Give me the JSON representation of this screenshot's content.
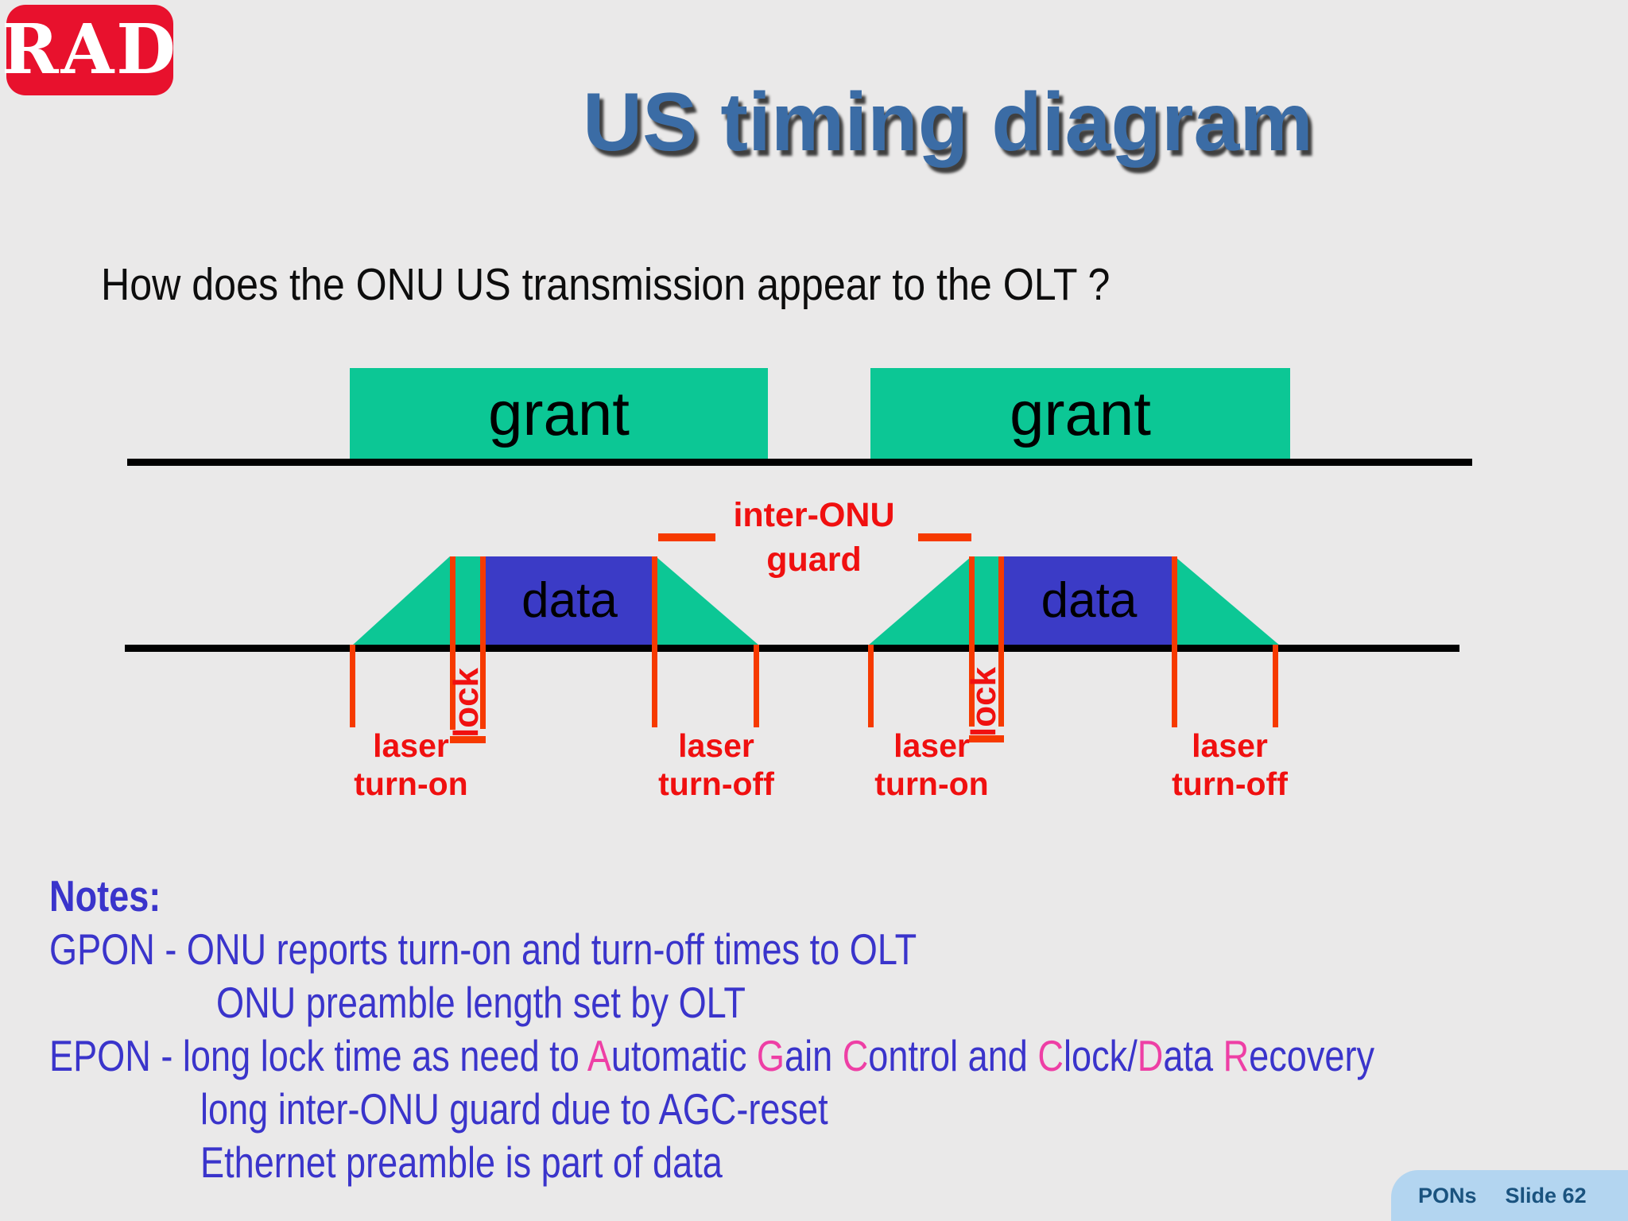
{
  "slide": {
    "logo_text": "RAD",
    "title": "US timing diagram",
    "question": "How does the ONU US transmission appear to the OLT ?"
  },
  "diagram": {
    "grant_labels": [
      "grant",
      "grant"
    ],
    "guard": {
      "line1": "inter-ONU",
      "line2": "guard"
    },
    "bursts": [
      {
        "data": "data",
        "lock": "lock",
        "on1": "laser",
        "on2": "turn-on",
        "off1": "laser",
        "off2": "turn-off"
      },
      {
        "data": "data",
        "lock": "lock",
        "on1": "laser",
        "on2": "turn-on",
        "off1": "laser",
        "off2": "turn-off"
      }
    ]
  },
  "notes": {
    "heading": "Notes:",
    "gpon_line1": "GPON - ONU reports turn-on and turn-off times to OLT",
    "gpon_line2": "ONU preamble length set by OLT",
    "epon_line1": {
      "s1": "EPON - long lock time as need to ",
      "s2": "A",
      "s3": "utomatic ",
      "s4": "G",
      "s5": "ain ",
      "s6": "C",
      "s7": "ontrol and ",
      "s8": "C",
      "s9": "lock/",
      "s10": "D",
      "s11": "ata ",
      "s12": "R",
      "s13": "ecovery"
    },
    "epon_line2": "long inter-ONU guard due to AGC-reset",
    "epon_line3": "Ethernet preamble is part of data"
  },
  "footer": {
    "deck": "PONs",
    "slide": "Slide 62"
  },
  "colors": {
    "background": "#EAE9E9",
    "grant_green": "#0CC795",
    "data_blue": "#3B3BC6",
    "line_red": "#F63A00",
    "label_red": "#F01010",
    "title_blue": "#3B6CA5",
    "notes_blue": "#3A34CB",
    "highlight_pink": "#EE3FA5",
    "badge_bg": "#B3D5F0",
    "badge_text": "#1A537F",
    "logo_red": "#E8112D"
  }
}
